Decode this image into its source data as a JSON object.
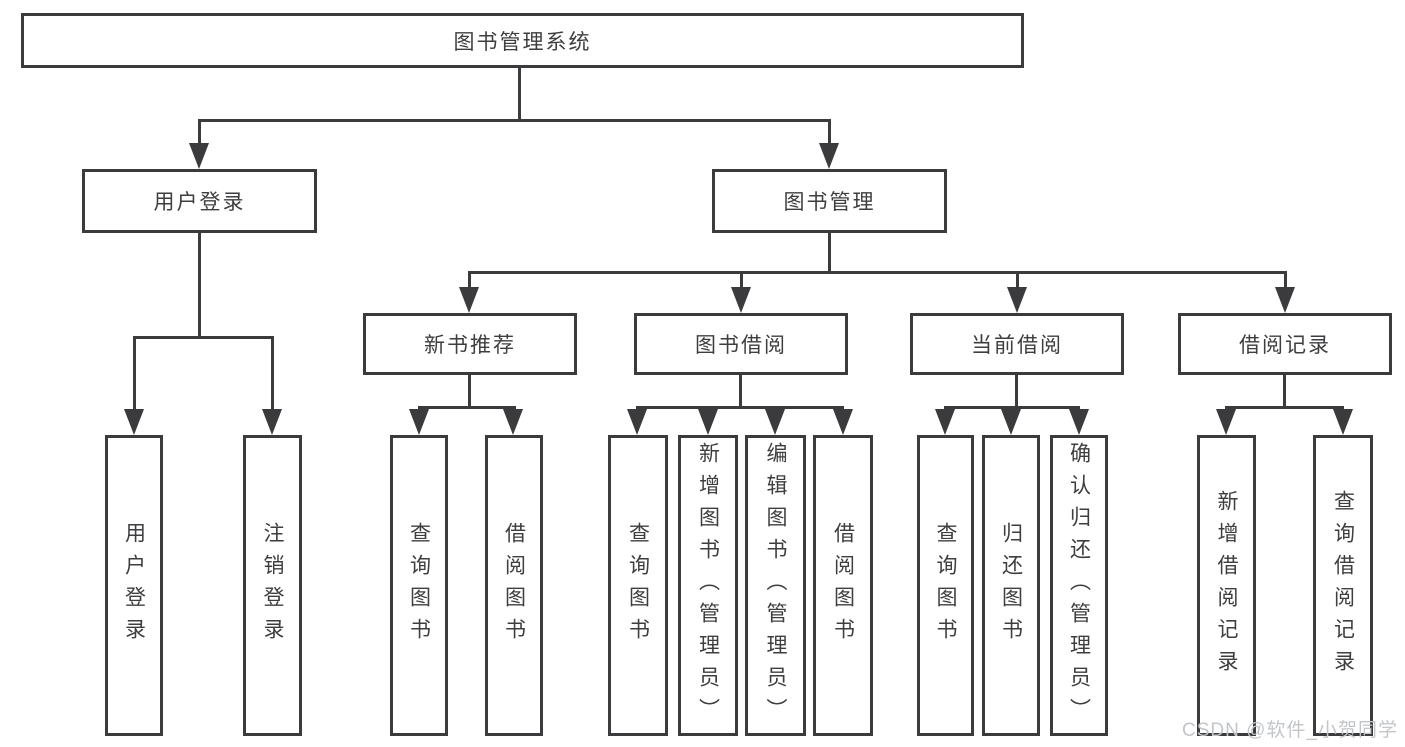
{
  "tree": {
    "label": "图书管理系统",
    "children": [
      {
        "label": "用户登录",
        "children": [
          {
            "label": "用户登录"
          },
          {
            "label": "注销登录"
          }
        ]
      },
      {
        "label": "图书管理",
        "children": [
          {
            "label": "新书推荐",
            "children": [
              {
                "label": "查询图书"
              },
              {
                "label": "借阅图书"
              }
            ]
          },
          {
            "label": "图书借阅",
            "children": [
              {
                "label": "查询图书"
              },
              {
                "label": "新增图书（管理员）"
              },
              {
                "label": "编辑图书（管理员）"
              },
              {
                "label": "借阅图书"
              }
            ]
          },
          {
            "label": "当前借阅",
            "children": [
              {
                "label": "查询图书"
              },
              {
                "label": "归还图书"
              },
              {
                "label": "确认归还（管理员）"
              }
            ]
          },
          {
            "label": "借阅记录",
            "children": [
              {
                "label": "新增借阅记录"
              },
              {
                "label": "查询借阅记录"
              }
            ]
          }
        ]
      }
    ]
  },
  "watermark": "CSDN @软件_小贺同学",
  "colors": {
    "line": "#3b3b3d",
    "text": "#3e3e40",
    "background": "#ffffff",
    "watermark": "#c3c6c9"
  }
}
